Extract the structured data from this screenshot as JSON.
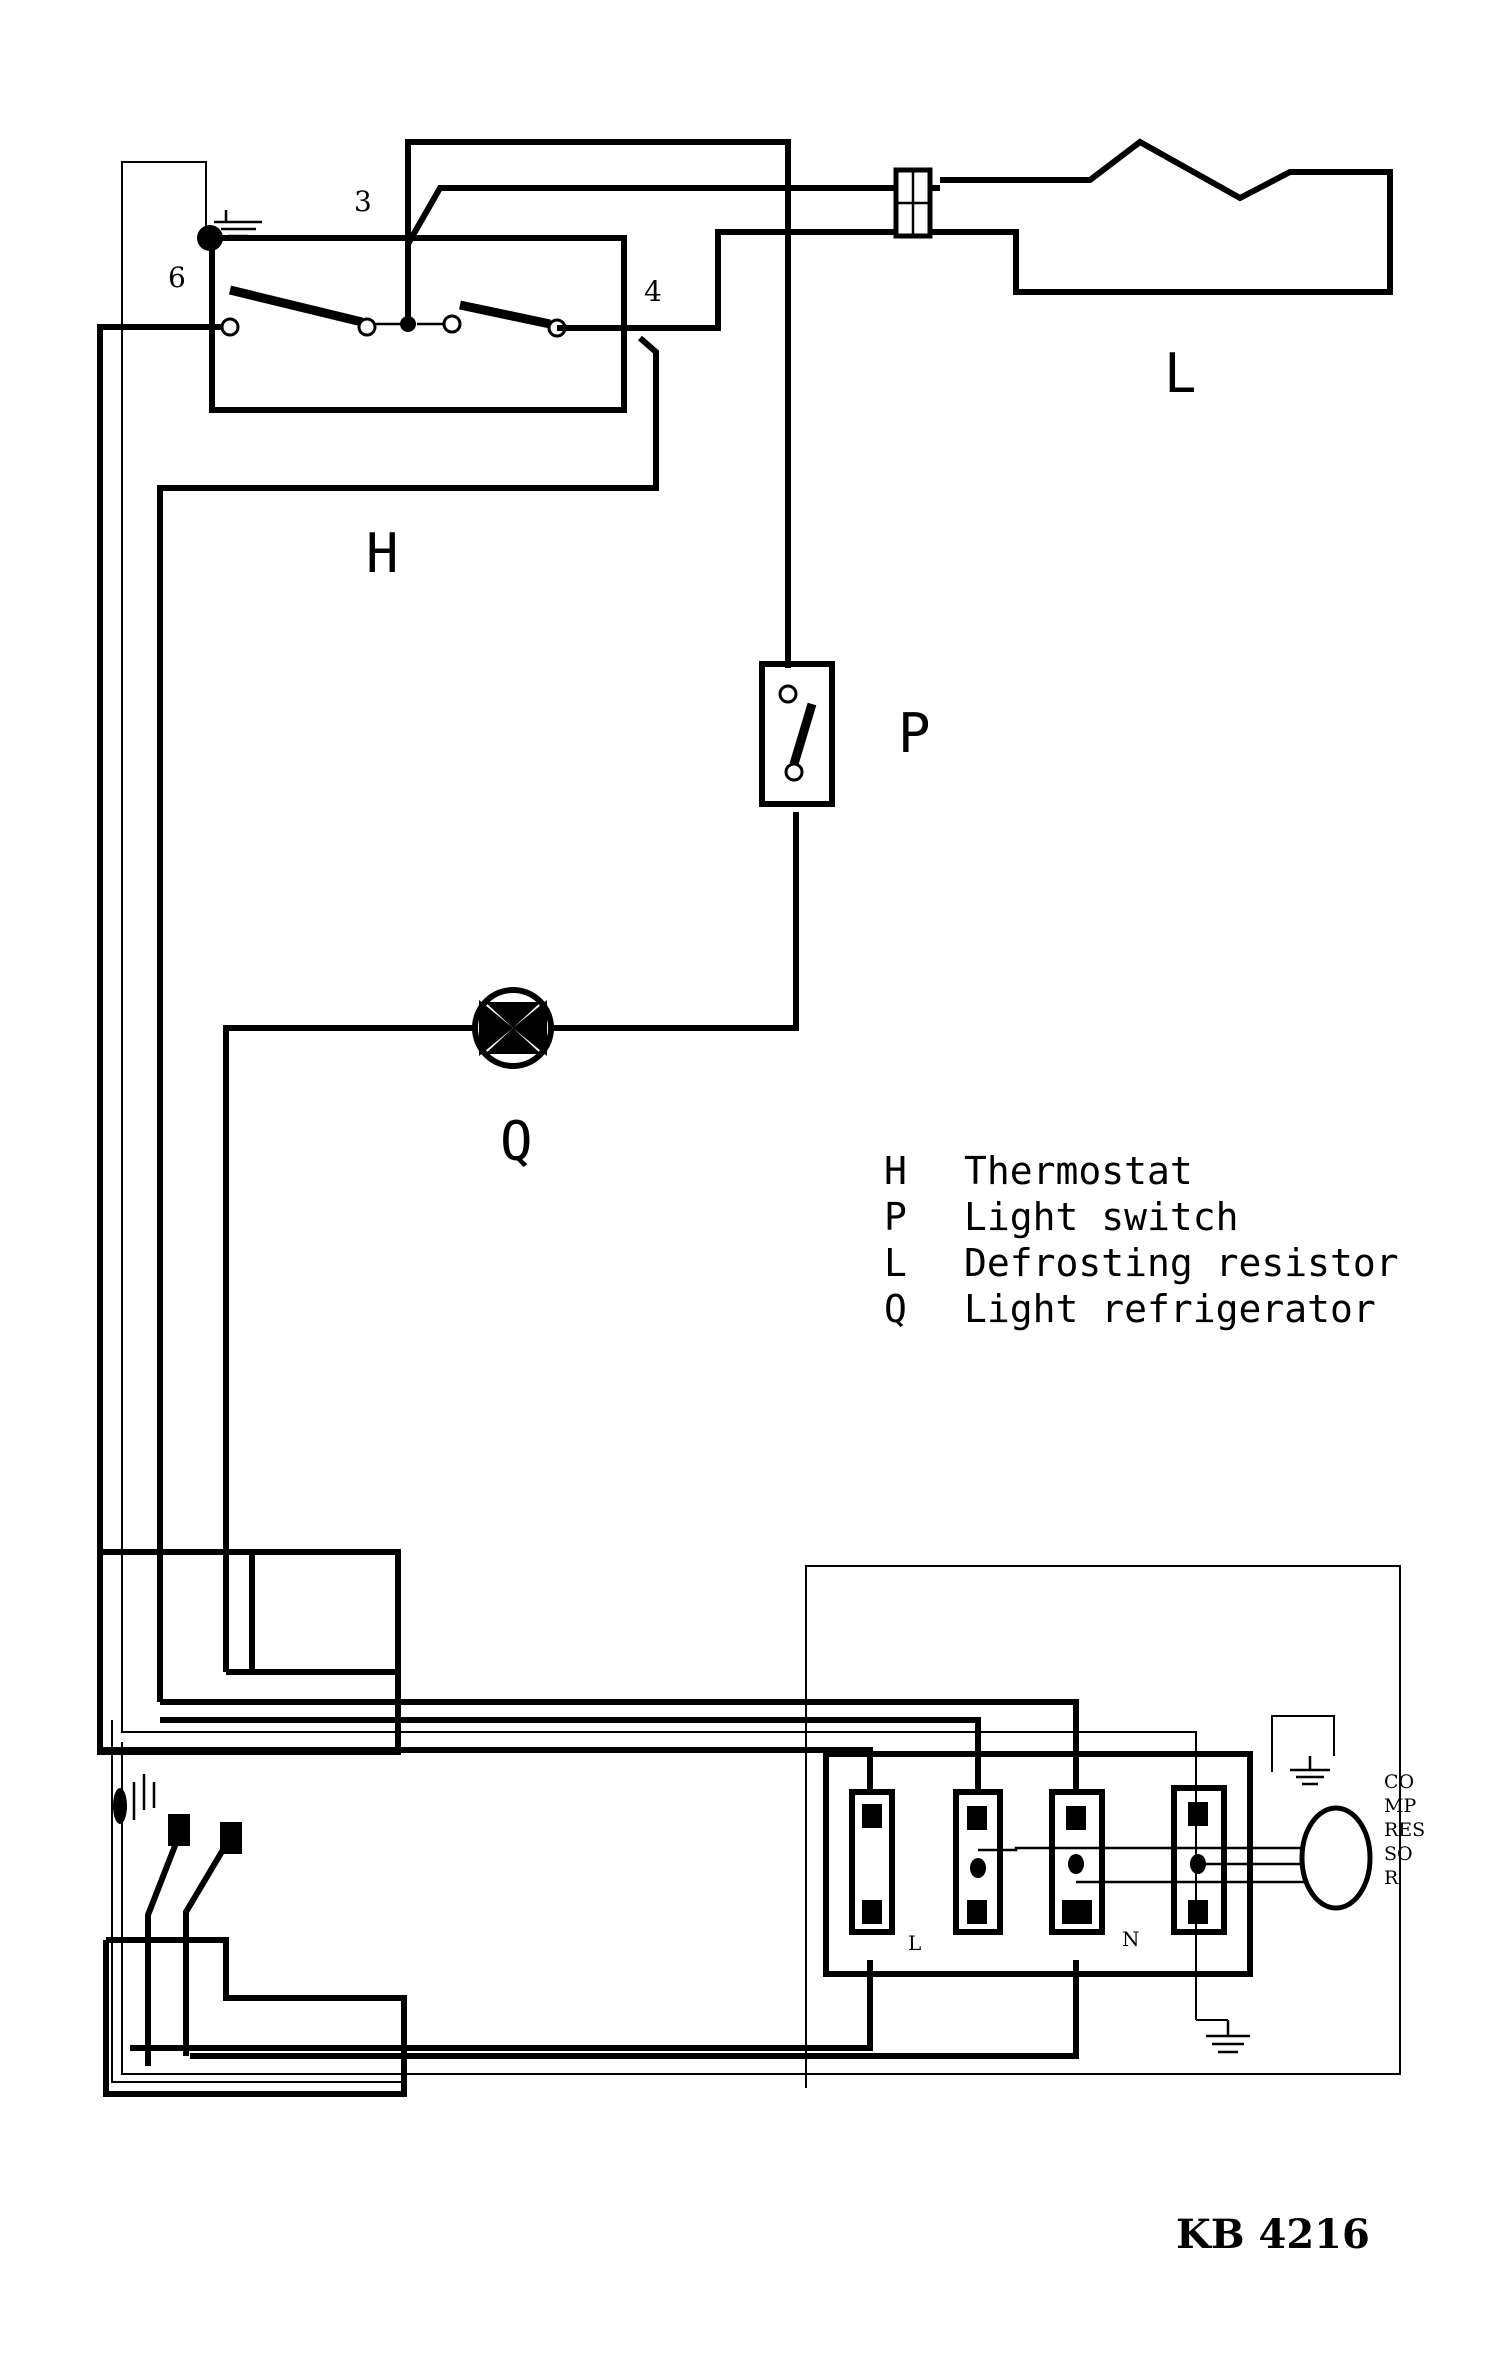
{
  "terminals": {
    "t3": "3",
    "t4": "4",
    "t6": "6"
  },
  "component_labels": {
    "H": "H",
    "P": "P",
    "L": "L",
    "Q": "Q"
  },
  "legend": [
    {
      "key": "H",
      "text": "Thermostat"
    },
    {
      "key": "P",
      "text": "Light switch"
    },
    {
      "key": "L",
      "text": "Defrosting resistor"
    },
    {
      "key": "Q",
      "text": "Light refrigerator"
    }
  ],
  "terminal_block": {
    "left_label": "L",
    "neutral_label": "N"
  },
  "compressor_label": [
    "CO",
    "MP",
    "RES",
    "SO",
    "R"
  ],
  "document_code": "KB 4216"
}
